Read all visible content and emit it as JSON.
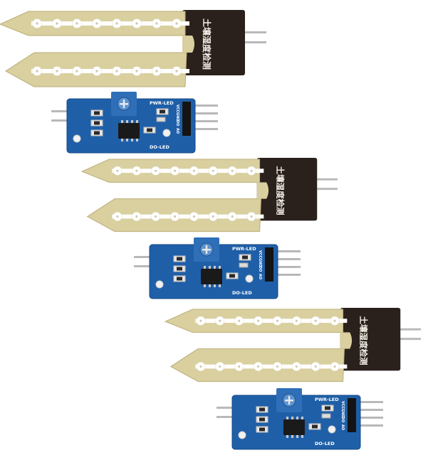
{
  "scene": {
    "background": "#ffffff",
    "colors": {
      "probe_board": "#d9cf9f",
      "probe_edge": "#b9ac76",
      "probe_pad": "#ffffff",
      "probe_head": "#2a201c",
      "module_pcb": "#1f5fa8",
      "pot_body": "#2f6fb8",
      "chip": "#1a1a1a",
      "pins": "#b8b8b8",
      "header": "#141414"
    },
    "probe_label": "土壤湿度检测",
    "module_labels": {
      "pwr_led": "PWR-LED",
      "do_led": "DO-LED",
      "pins": [
        "VCC",
        "GND",
        "DO",
        "AO"
      ]
    },
    "probes": [
      {
        "name": "probe-1"
      },
      {
        "name": "probe-2"
      },
      {
        "name": "probe-3"
      }
    ],
    "modules": [
      {
        "name": "module-1"
      },
      {
        "name": "module-2"
      },
      {
        "name": "module-3"
      }
    ]
  }
}
